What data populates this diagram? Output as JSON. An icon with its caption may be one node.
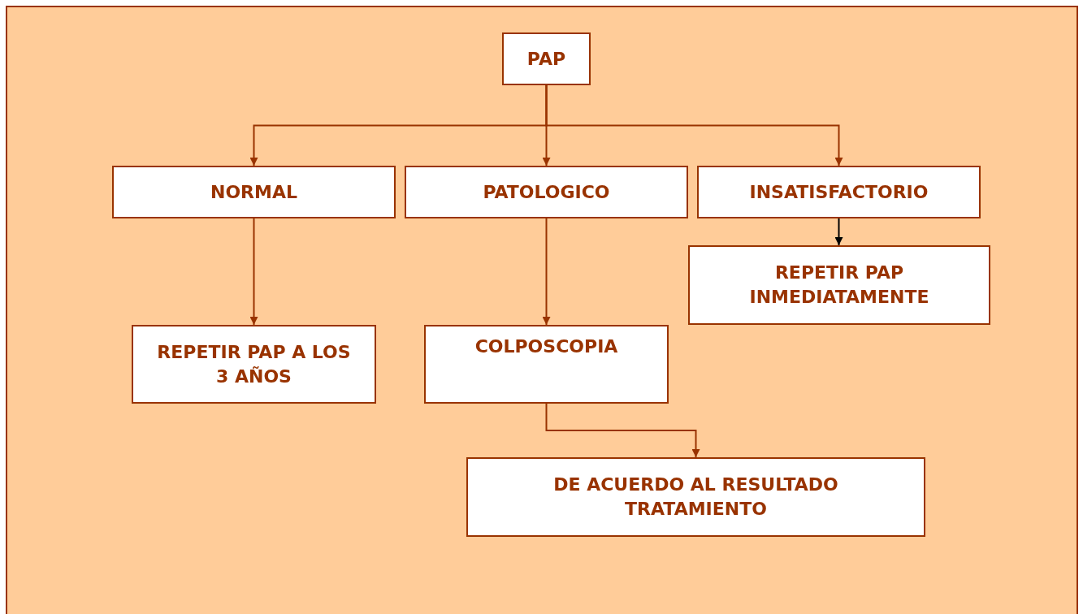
{
  "diagram": {
    "nodes": [
      {
        "text": [
          "PAP"
        ]
      },
      {
        "text": [
          "NORMAL"
        ]
      },
      {
        "text": [
          "PATOLOGICO"
        ]
      },
      {
        "text": [
          "INSATISFACTORIO"
        ]
      },
      {
        "text": [
          "REPETIR PAP INMEDIATAMENTE"
        ]
      },
      {
        "text": [
          "REPETIR PAP A LOS 3 AÑOS"
        ]
      },
      {
        "text": [
          "COLPOSCOPIA"
        ]
      },
      {
        "text": [
          "DE ACUERDO AL RESULTADO TRATAMIENTO"
        ]
      }
    ],
    "edges": [
      {
        "from": 0,
        "to": 1,
        "arrow": "to"
      },
      {
        "from": 0,
        "to": 2,
        "arrow": "to"
      },
      {
        "from": 0,
        "to": 3,
        "arrow": "to"
      },
      {
        "from": 3,
        "to": 4,
        "arrow": "to",
        "color": "#000000"
      },
      {
        "from": 1,
        "to": 5,
        "arrow": "to"
      },
      {
        "from": 2,
        "to": 6,
        "arrow": "to"
      },
      {
        "from": 6,
        "to": 7,
        "arrow": "to"
      }
    ]
  }
}
